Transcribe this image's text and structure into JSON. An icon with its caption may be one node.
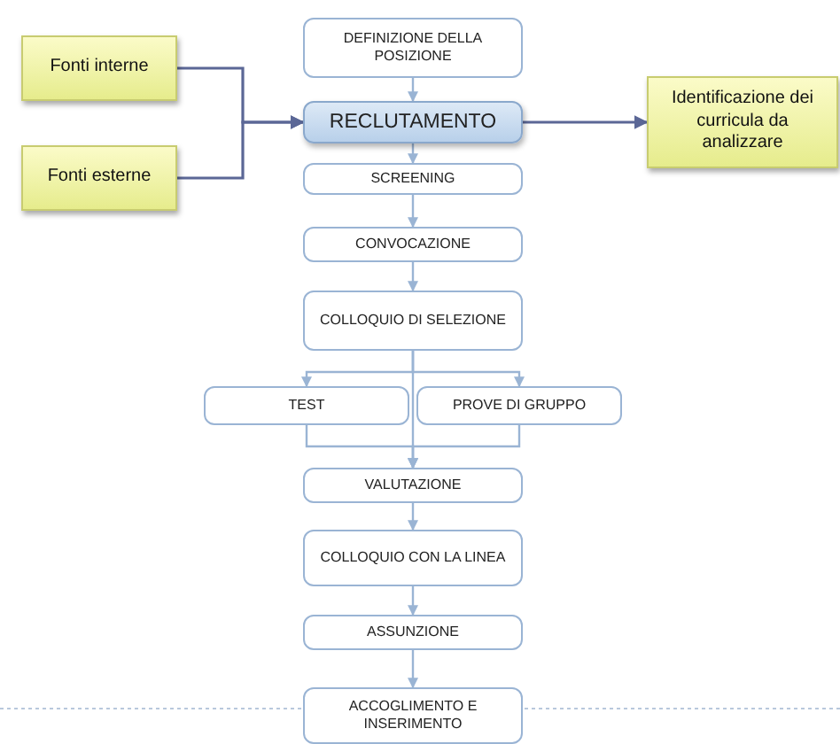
{
  "diagram": {
    "nodes": [
      {
        "text": [
          "DEFINIZIONE DELLA POSIZIONE"
        ]
      },
      {
        "text": [
          "Fonti interne"
        ]
      },
      {
        "text": [
          "Fonti esterne"
        ]
      },
      {
        "text": [
          "RECLUTAMENTO"
        ]
      },
      {
        "text": [
          "Identificazione dei curricula da analizzare"
        ]
      },
      {
        "text": [
          "SCREENING"
        ]
      },
      {
        "text": [
          "CONVOCAZIONE"
        ]
      },
      {
        "text": [
          "COLLOQUIO DI SELEZIONE"
        ]
      },
      {
        "text": [
          "TEST"
        ]
      },
      {
        "text": [
          "PROVE DI GRUPPO"
        ]
      },
      {
        "text": [
          "VALUTAZIONE"
        ]
      },
      {
        "text": [
          "COLLOQUIO CON LA LINEA"
        ]
      },
      {
        "text": [
          "ASSUNZIONE"
        ]
      },
      {
        "text": [
          "ACCOGLIMENTO E INSERIMENTO"
        ]
      }
    ],
    "edges": [
      {
        "from": 0,
        "to": 3,
        "arrow": "to"
      },
      {
        "from": 1,
        "to": 3,
        "arrow": "to",
        "color": "#5b6796"
      },
      {
        "from": 2,
        "to": 3,
        "arrow": "to",
        "color": "#5b6796"
      },
      {
        "from": 3,
        "to": 4,
        "arrow": "to",
        "color": "#5b6796"
      },
      {
        "from": 3,
        "to": 5,
        "arrow": "to"
      },
      {
        "from": 5,
        "to": 6,
        "arrow": "to"
      },
      {
        "from": 6,
        "to": 7,
        "arrow": "to"
      },
      {
        "from": 7,
        "to": 8,
        "arrow": "to"
      },
      {
        "from": 7,
        "to": 9,
        "arrow": "to"
      },
      {
        "from": 7,
        "to": 10,
        "arrow": "to"
      },
      {
        "from": 8,
        "to": 10,
        "arrow": "to"
      },
      {
        "from": 9,
        "to": 10,
        "arrow": "to"
      },
      {
        "from": 10,
        "to": 11,
        "arrow": "to"
      },
      {
        "from": 11,
        "to": 12,
        "arrow": "to"
      },
      {
        "from": 12,
        "to": 13,
        "arrow": "to"
      }
    ]
  }
}
